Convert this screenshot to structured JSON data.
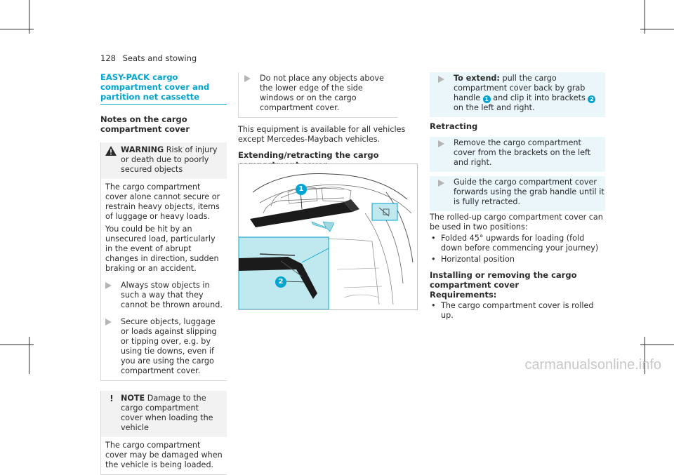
{
  "header": {
    "page_number": "128",
    "section": "Seats and stowing"
  },
  "section_title": "EASY-PACK cargo compartment cover and partition net cassette",
  "notes_heading": "Notes on the cargo compartment cover",
  "warning": {
    "label": "WARNING",
    "title": "Risk of injury or death due to poorly secured objects",
    "body": "The cargo compartment cover alone cannot secure or restrain heavy objects, items of luggage or heavy loads.",
    "body2": "You could be hit by an unsecured load, particularly in the event of abrupt changes in direction, sudden braking or an accident.",
    "steps": [
      "Always stow objects in such a way that they cannot be thrown around.",
      "Secure objects, luggage or loads against slipping or tipping over, e.g. by using tie downs, even if you are using the cargo compartment cover."
    ],
    "step_continued": "Do not place any objects above the lower edge of the side windows or on the cargo compartment cover."
  },
  "note": {
    "label": "NOTE",
    "title": "Damage to the cargo compartment cover when loading the vehicle",
    "body": "The cargo compartment cover may be damaged when the vehicle is being loaded."
  },
  "availability": "This equipment is available for all vehicles except Mercedes-Maybach vehicles.",
  "extend_heading": "Extending/retracting the cargo compartment cover",
  "figure": {
    "callout_1": "1",
    "callout_2": "2"
  },
  "extend": {
    "label": "To extend:",
    "text_a": "pull the cargo compartment cover back by grab handle",
    "text_b": "and clip it into brackets",
    "text_c": "on the left and right."
  },
  "retracting": {
    "heading": "Retracting",
    "steps": [
      "Remove the cargo compartment cover from the brackets on the left and right.",
      "Guide the cargo compartment cover forwards using the grab handle until it is fully retracted."
    ]
  },
  "positions": {
    "intro": "The rolled-up cargo compartment cover can be used in two positions:",
    "items": [
      "Folded 45° upwards for loading (fold down before commencing your journey)",
      "Horizontal position"
    ]
  },
  "install": {
    "heading": "Installing or removing the cargo compartment cover",
    "req_label": "Requirements:",
    "items": [
      "The cargo compartment cover is rolled up."
    ]
  },
  "watermark": "carmanualsonline.info",
  "colors": {
    "accent": "#00a4d0",
    "text": "#2b2b2b",
    "box_bg": "#f2f2f2",
    "tint": "#eaf6fa"
  }
}
